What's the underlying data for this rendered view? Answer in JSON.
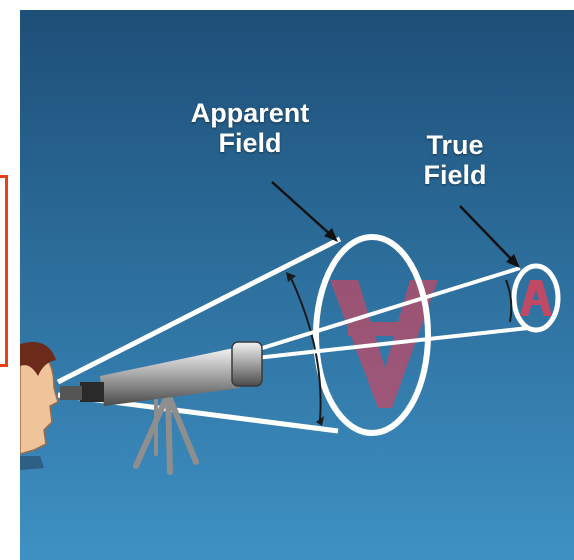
{
  "labels": {
    "apparent_line1": "Apparent",
    "apparent_line2": "Field",
    "true_line1": "True",
    "true_line2": "Field"
  },
  "colors": {
    "background_top": "#1d4f78",
    "background_bottom": "#3e91c4",
    "lines": "#ffffff",
    "letter": "#c04a66",
    "accent_frame": "#e8401c",
    "skin": "#f0c49a",
    "hair": "#6b2a1a"
  },
  "icons": [
    "eye-observer",
    "telescope",
    "tripod",
    "letter-a-icon",
    "inverted-v-icon"
  ]
}
